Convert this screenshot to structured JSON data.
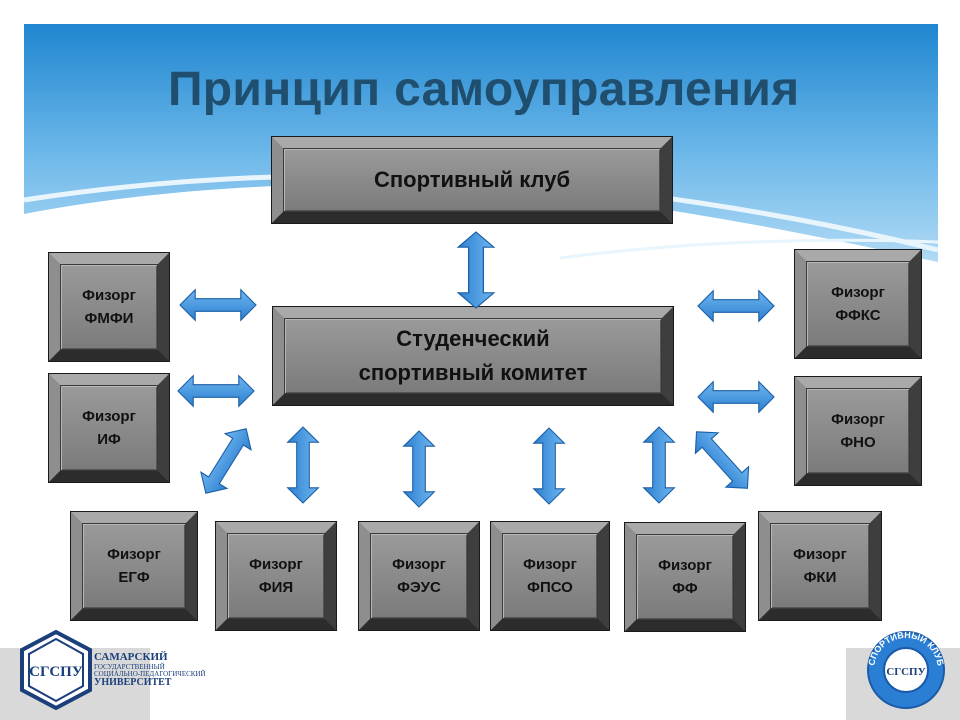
{
  "title": "Принцип самоуправления",
  "top_box": "Спортивный клуб",
  "center_box": {
    "line1": "Студенческий",
    "line2": "спортивный комитет"
  },
  "left_boxes": [
    {
      "line1": "Физорг",
      "line2": "ФМФИ"
    },
    {
      "line1": "Физорг",
      "line2": "ИФ"
    }
  ],
  "right_boxes": [
    {
      "line1": "Физорг",
      "line2": "ФФКС"
    },
    {
      "line1": "Физорг",
      "line2": "ФНО"
    }
  ],
  "bottom_boxes": [
    {
      "line1": "Физорг",
      "line2": "ЕГФ"
    },
    {
      "line1": "Физорг",
      "line2": "ФИЯ"
    },
    {
      "line1": "Физорг",
      "line2": "ФЭУС"
    },
    {
      "line1": "Физорг",
      "line2": "ФПСО"
    },
    {
      "line1": "Физорг",
      "line2": "ФФ"
    },
    {
      "line1": "Физорг",
      "line2": "ФКИ"
    }
  ],
  "logo_left": {
    "emblem": "СГСПУ",
    "line1": "САМАРСКИЙ",
    "line2": "ГОСУДАРСТВЕННЫЙ",
    "line3": "СОЦИАЛЬНО-ПЕДАГОГИЧЕСКИЙ",
    "line4": "УНИВЕРСИТЕТ"
  },
  "logo_right": {
    "emblem": "СГСПУ",
    "ring": "СПОРТИВНЫЙ КЛУБ"
  },
  "colors": {
    "title": "#1f4e6e",
    "arrow": "#3a8ee0",
    "sky_top": "#2b8fd6",
    "box": "#7a7a7a"
  }
}
